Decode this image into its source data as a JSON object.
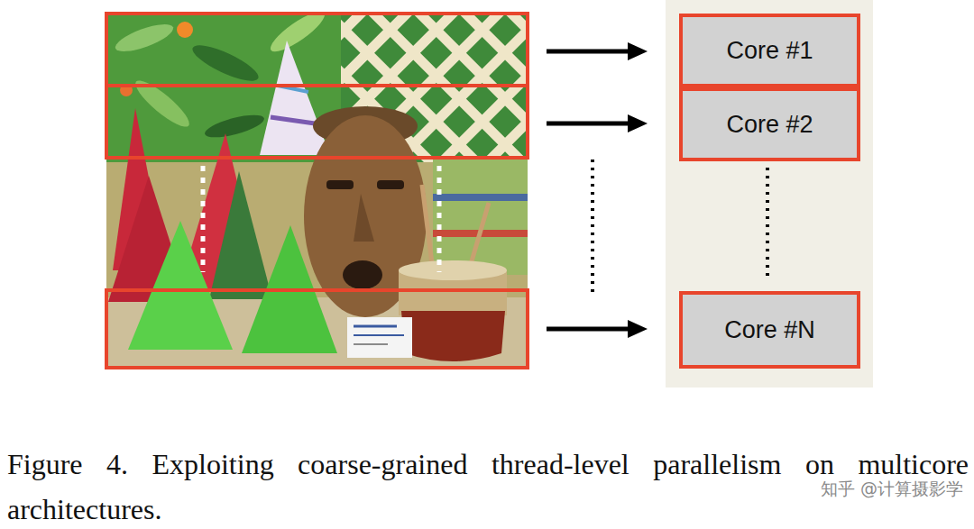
{
  "diagram": {
    "caption": "Figure 4. Exploiting coarse-grained thread-level parallelism on multicore architectures.",
    "nodes": [
      {
        "text": [
          "Core #1"
        ]
      },
      {
        "text": [
          "Core #2"
        ]
      },
      {
        "text": [
          "Core #N"
        ]
      }
    ],
    "labels": [
      "知乎 @计算摄影学"
    ]
  }
}
